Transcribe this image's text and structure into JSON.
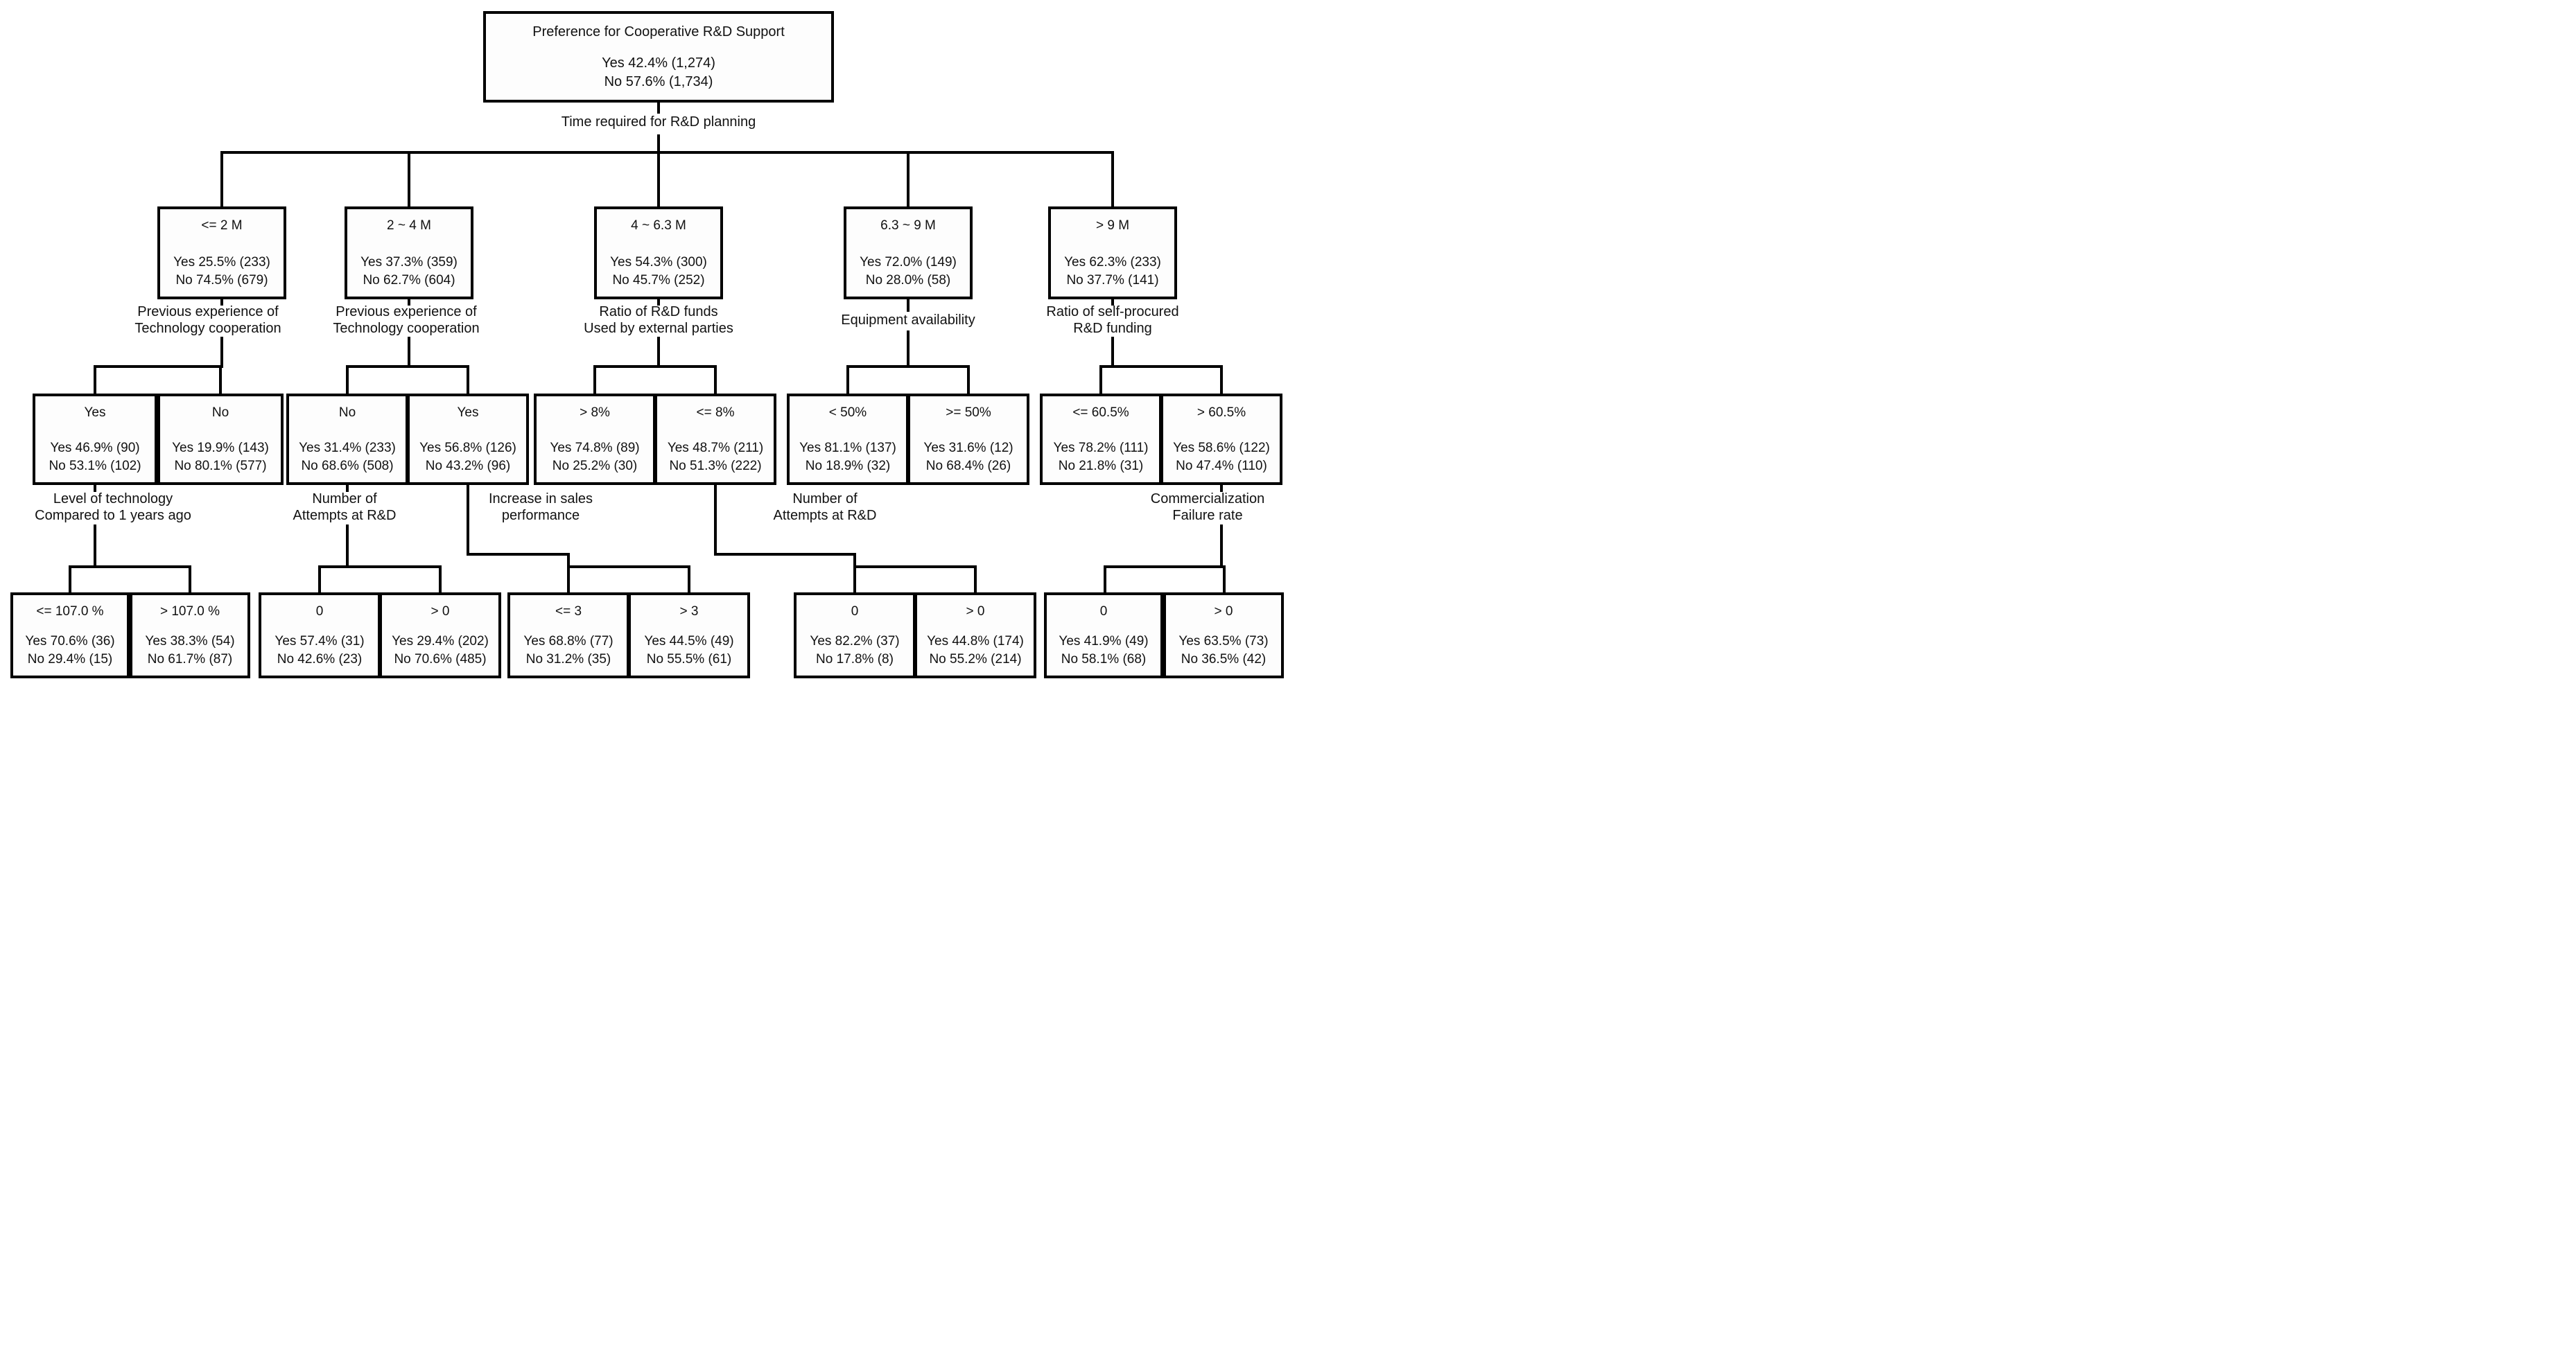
{
  "root": {
    "title": "Preference for Cooperative R&D Support",
    "yes": "Yes 42.4% (1,274)",
    "no": "No 57.6% (1,734)"
  },
  "split_labels": {
    "root": [
      "Time required for R&D planning"
    ],
    "n1": [
      "Previous experience of",
      "Technology cooperation"
    ],
    "n2": [
      "Previous experience of",
      "Technology cooperation"
    ],
    "n3": [
      "Ratio of R&D funds",
      "Used by external parties"
    ],
    "n4": [
      "Equipment availability"
    ],
    "n5": [
      "Ratio of self-procured",
      "R&D funding"
    ],
    "p1": [
      "Level of technology",
      "Compared to 1 years ago"
    ],
    "p2a": [
      "Number of",
      "Attempts at R&D"
    ],
    "p2b": [
      "Increase in sales",
      "performance"
    ],
    "p3b": [
      "Number of",
      "Attempts at R&D"
    ],
    "p5b": [
      "Commercialization",
      "Failure rate"
    ]
  },
  "level2": [
    {
      "condition": "<= 2 M",
      "yes": "Yes 25.5% (233)",
      "no": "No 74.5% (679)"
    },
    {
      "condition": "2 ~ 4 M",
      "yes": "Yes 37.3% (359)",
      "no": "No 62.7% (604)"
    },
    {
      "condition": "4 ~ 6.3 M",
      "yes": "Yes 54.3% (300)",
      "no": "No 45.7% (252)"
    },
    {
      "condition": "6.3 ~ 9 M",
      "yes": "Yes 72.0% (149)",
      "no": "No 28.0% (58)"
    },
    {
      "condition": "> 9 M",
      "yes": "Yes 62.3% (233)",
      "no": "No 37.7% (141)"
    }
  ],
  "level3": [
    {
      "condition": "Yes",
      "yes": "Yes 46.9% (90)",
      "no": "No 53.1% (102)"
    },
    {
      "condition": "No",
      "yes": "Yes 19.9% (143)",
      "no": "No 80.1% (577)"
    },
    {
      "condition": "No",
      "yes": "Yes 31.4% (233)",
      "no": "No 68.6% (508)"
    },
    {
      "condition": "Yes",
      "yes": "Yes 56.8% (126)",
      "no": "No 43.2% (96)"
    },
    {
      "condition": "> 8%",
      "yes": "Yes 74.8% (89)",
      "no": "No 25.2% (30)"
    },
    {
      "condition": "<= 8%",
      "yes": "Yes 48.7% (211)",
      "no": "No 51.3% (222)"
    },
    {
      "condition": "< 50%",
      "yes": "Yes 81.1% (137)",
      "no": "No 18.9% (32)"
    },
    {
      "condition": ">= 50%",
      "yes": "Yes 31.6% (12)",
      "no": "No 68.4% (26)"
    },
    {
      "condition": "<= 60.5%",
      "yes": "Yes 78.2% (111)",
      "no": "No 21.8% (31)"
    },
    {
      "condition": "> 60.5%",
      "yes": "Yes 58.6% (122)",
      "no": "No 47.4% (110)"
    }
  ],
  "level4": [
    {
      "condition": "<= 107.0 %",
      "yes": "Yes 70.6% (36)",
      "no": "No 29.4% (15)"
    },
    {
      "condition": "> 107.0 %",
      "yes": "Yes 38.3% (54)",
      "no": "No 61.7% (87)"
    },
    {
      "condition": "0",
      "yes": "Yes 57.4% (31)",
      "no": "No 42.6% (23)"
    },
    {
      "condition": "> 0",
      "yes": "Yes 29.4% (202)",
      "no": "No 70.6% (485)"
    },
    {
      "condition": "<= 3",
      "yes": "Yes 68.8% (77)",
      "no": "No 31.2% (35)"
    },
    {
      "condition": "> 3",
      "yes": "Yes 44.5% (49)",
      "no": "No 55.5% (61)"
    },
    {
      "condition": "0",
      "yes": "Yes 82.2% (37)",
      "no": "No 17.8% (8)"
    },
    {
      "condition": "> 0",
      "yes": "Yes 44.8% (174)",
      "no": "No 55.2% (214)"
    },
    {
      "condition": "0",
      "yes": "Yes 41.9% (49)",
      "no": "No 58.1% (68)"
    },
    {
      "condition": "> 0",
      "yes": "Yes 63.5% (73)",
      "no": "No 36.5% (42)"
    }
  ],
  "line_color": "#000000"
}
